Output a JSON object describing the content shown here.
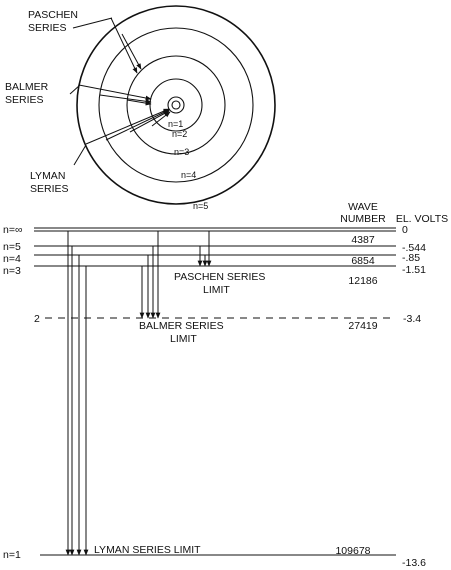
{
  "atom": {
    "series_labels": {
      "paschen": [
        "PASCHEN",
        "SERIES"
      ],
      "balmer": [
        "BALMER",
        "SERIES"
      ],
      "lyman": [
        "LYMAN",
        "SERIES"
      ]
    },
    "orbit_labels": [
      "n=1",
      "n=2",
      "n=3",
      "n=4",
      "n=5"
    ]
  },
  "levels": {
    "headers": {
      "wave_number": [
        "WAVE",
        "NUMBER"
      ],
      "el_volts": "EL. VOLTS"
    },
    "rows": [
      {
        "n": "n=∞",
        "wave": "",
        "volts": "0"
      },
      {
        "n": "n=5",
        "wave": "4387",
        "volts": "-.544"
      },
      {
        "n": "n=4",
        "wave": "6854",
        "volts": "-.85"
      },
      {
        "n": "n=3",
        "wave": "12186",
        "volts": "-1.51"
      },
      {
        "n": "2",
        "wave": "27419",
        "volts": "-3.4"
      },
      {
        "n": "n=1",
        "wave": "109678",
        "volts": "-13.6"
      }
    ],
    "series_limits": {
      "paschen": [
        "PASCHEN SERIES",
        "LIMIT"
      ],
      "balmer": [
        "BALMER  SERIES",
        "LIMIT"
      ],
      "lyman": "LYMAN  SERIES  LIMIT"
    }
  }
}
